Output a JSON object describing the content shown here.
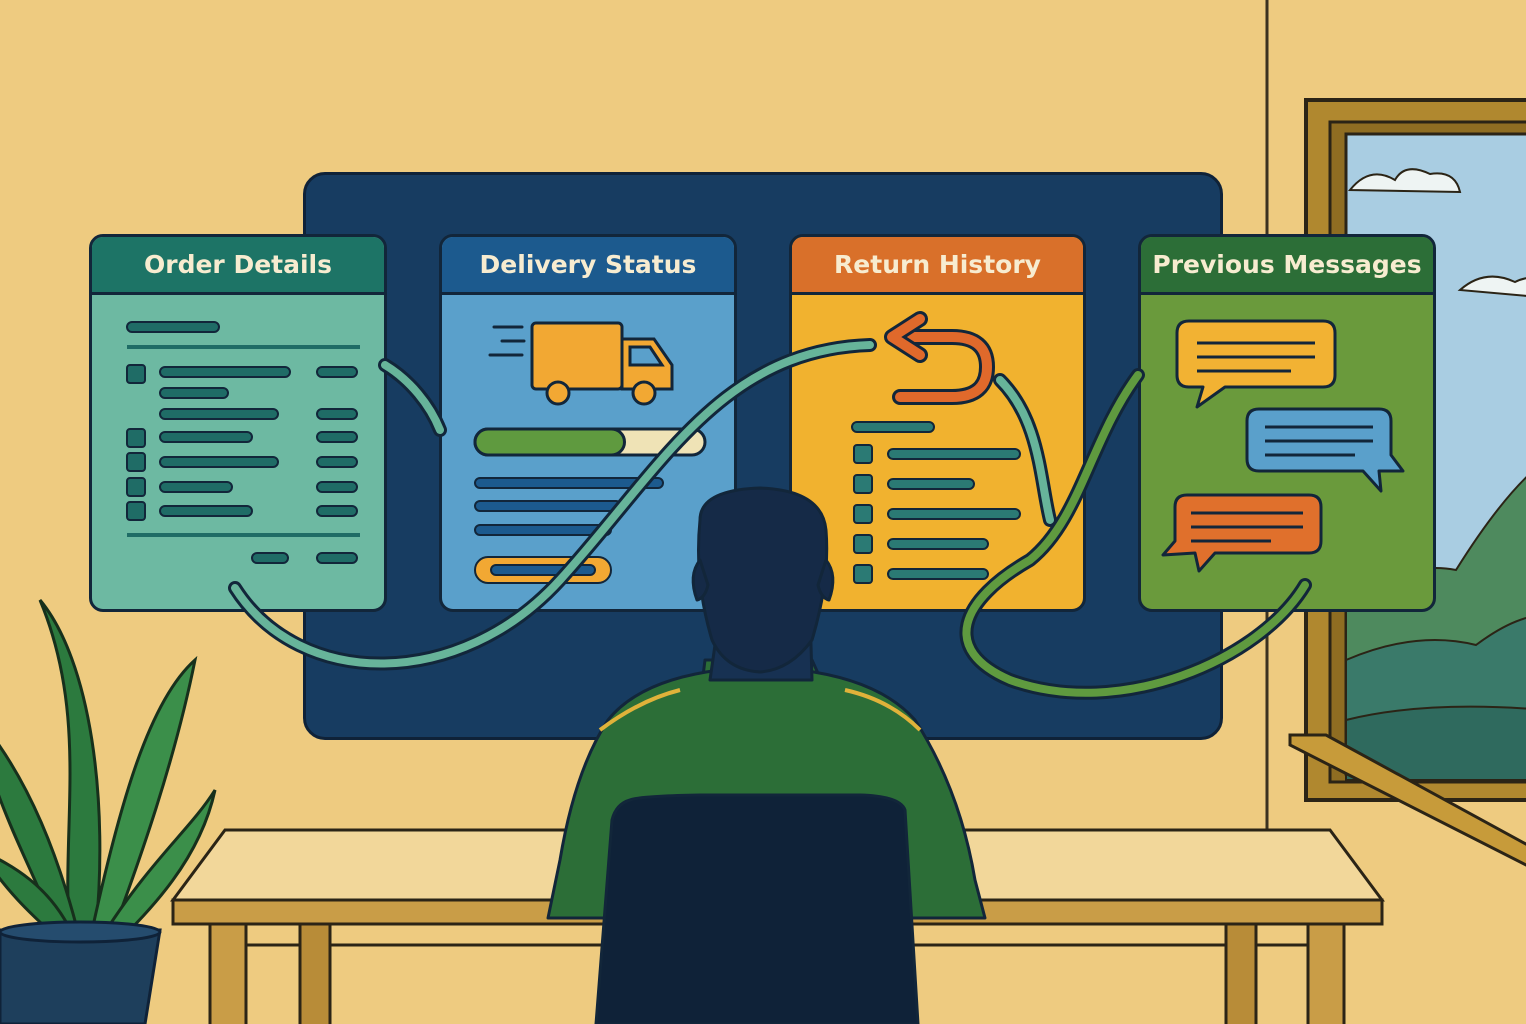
{
  "panels": {
    "order_details": {
      "title": "Order Details",
      "header_color": "#1d7466",
      "body_color": "#6db9a2"
    },
    "delivery_status": {
      "title": "Delivery Status",
      "header_color": "#1c5a8e",
      "body_color": "#5aa0cb",
      "progress": 0.65
    },
    "return_history": {
      "title": "Return History",
      "header_color": "#d9702a",
      "body_color": "#f1b22f"
    },
    "previous_messages": {
      "title": "Previous Messages",
      "header_color": "#2c6e37",
      "body_color": "#6a9a3c"
    }
  },
  "icons": {
    "delivery": "truck-icon",
    "return": "return-arrow-icon",
    "messages": "chat-bubble-icon"
  },
  "colors": {
    "wall": "#eecb80",
    "board": "#173c61",
    "connector": "#67b49a",
    "outline": "#12263a"
  }
}
